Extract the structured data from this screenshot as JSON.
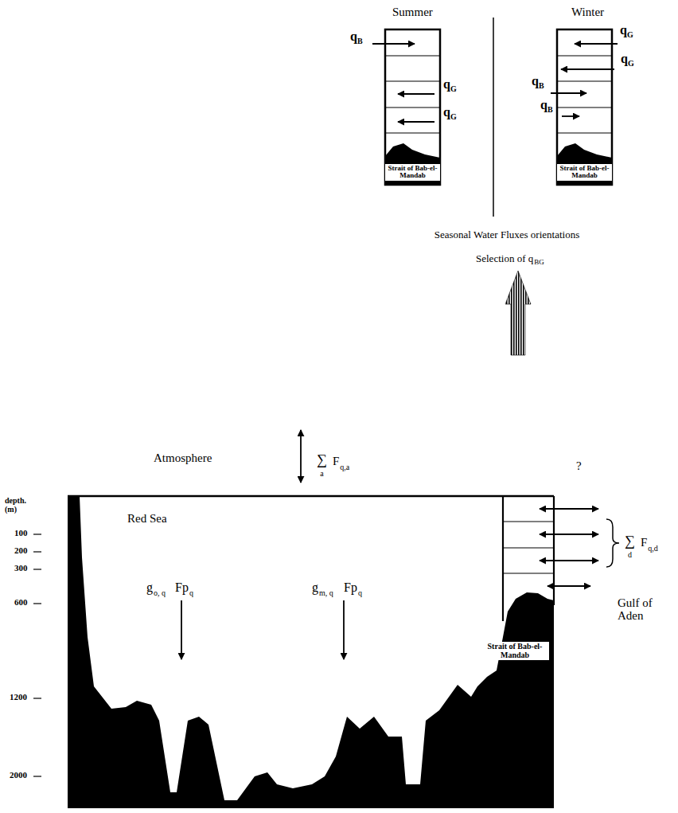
{
  "diagram": {
    "labels": [
      "Summer",
      "Winter",
      "q",
      "B",
      "q",
      "G",
      "q",
      "G",
      "Strait of Bab-el-Mandab",
      "q",
      "G",
      "q",
      "G",
      "q",
      "B",
      "q",
      "B",
      "Strait of Bab-el-Mandab",
      "Seasonal Water Fluxes orientations",
      "Selection of q",
      "BG",
      "Atmosphere",
      "∑",
      "a",
      "F",
      "q,a",
      "Red Sea",
      "g",
      "o, q",
      "Fp",
      "q",
      "g",
      "m, q",
      "Fp",
      "q",
      "?",
      "∑",
      "d",
      "F",
      "q,d",
      "Strait of Bab-el-Mandab",
      "Gulf of Aden",
      "depth. (m)",
      "100",
      "200",
      "300",
      "600",
      "1200",
      "2000"
    ]
  }
}
